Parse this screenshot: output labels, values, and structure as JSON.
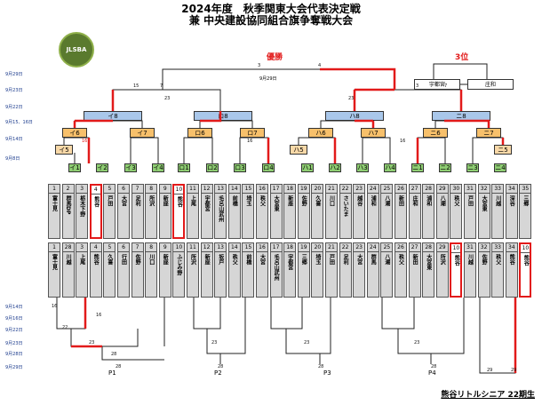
{
  "title": {
    "line1": "2024年度　秋季関東大会代表決定戦",
    "line2": "兼 中央建設協同組合旗争奪戦大会"
  },
  "logo": "JLSBA",
  "results": {
    "winner": "優勝",
    "third": "3位"
  },
  "dates_top": [
    "9月29日",
    "9月23日",
    "9月22日",
    "9月15、16日",
    "9月14日",
    "9月8日"
  ],
  "dates_bottom": [
    "9月14日",
    "9月16日",
    "9月22日",
    "9月23日",
    "9月28日",
    "9月29日"
  ],
  "third_place": [
    "宇都宮",
    "庄和"
  ],
  "top_game": {
    "date": "9月29日"
  },
  "l1": [
    "イ8",
    "ロ8",
    "ハ8",
    "ニ8"
  ],
  "l2": [
    "イ6",
    "イ7",
    "ロ6",
    "ロ7",
    "ハ6",
    "ハ7",
    "ニ6",
    "ニ7"
  ],
  "l3": [
    "イ5",
    "ハ5",
    "ニ5"
  ],
  "l4": [
    "イ1",
    "イ2",
    "イ3",
    "イ4",
    "ロ1",
    "ロ2",
    "ロ3",
    "ロ4",
    "ハ1",
    "ハ2",
    "ハ3",
    "ハ4",
    "ニ1",
    "ニ2",
    "ニ3",
    "ニ4"
  ],
  "teams_top": [
    {
      "n": "1",
      "name": "富士見"
    },
    {
      "n": "2",
      "name": "群馬DP"
    },
    {
      "n": "3",
      "name": "栃木下野"
    },
    {
      "n": "4",
      "name": "熊谷"
    },
    {
      "n": "5",
      "name": "戸田"
    },
    {
      "n": "6",
      "name": "大宮"
    },
    {
      "n": "7",
      "name": "足利"
    },
    {
      "n": "8",
      "name": "所沢"
    },
    {
      "n": "9",
      "name": "新座"
    },
    {
      "n": "10",
      "name": "熊谷"
    },
    {
      "n": "11",
      "name": "上尾"
    },
    {
      "n": "12",
      "name": "宇都宮"
    },
    {
      "n": "13",
      "name": "毛呂山武州"
    },
    {
      "n": "14",
      "name": "前橋"
    },
    {
      "n": "15",
      "name": "埼玉"
    },
    {
      "n": "16",
      "name": "秩父"
    },
    {
      "n": "17",
      "name": "大宮東"
    },
    {
      "n": "18",
      "name": "新座"
    },
    {
      "n": "19",
      "name": "佐野"
    },
    {
      "n": "20",
      "name": "久喜"
    },
    {
      "n": "21",
      "name": "川口"
    },
    {
      "n": "22",
      "name": "さいたま"
    },
    {
      "n": "23",
      "name": "越谷"
    },
    {
      "n": "24",
      "name": "浦和"
    },
    {
      "n": "25",
      "name": "八潮"
    },
    {
      "n": "26",
      "name": "新田"
    },
    {
      "n": "27",
      "name": "庄和"
    },
    {
      "n": "28",
      "name": "浦和"
    },
    {
      "n": "29",
      "name": "八潮"
    },
    {
      "n": "30",
      "name": "秩父"
    },
    {
      "n": "31",
      "name": "戸田"
    },
    {
      "n": "32",
      "name": "大宮東"
    },
    {
      "n": "33",
      "name": "川越"
    },
    {
      "n": "34",
      "name": "深谷"
    },
    {
      "n": "35",
      "name": "三郷"
    }
  ],
  "teams_bottom": [
    {
      "n": "1",
      "name": "富士見"
    },
    {
      "n": "28",
      "name": "川越"
    },
    {
      "n": "3",
      "name": "上尾"
    },
    {
      "n": "4",
      "name": "熊谷"
    },
    {
      "n": "5",
      "name": "久喜"
    },
    {
      "n": "6",
      "name": "行田"
    },
    {
      "n": "7",
      "name": "佐野"
    },
    {
      "n": "8",
      "name": "川口"
    },
    {
      "n": "9",
      "name": "新座"
    },
    {
      "n": "10",
      "name": "ふじみ野"
    },
    {
      "n": "11",
      "name": "所沢"
    },
    {
      "n": "12",
      "name": "新座"
    },
    {
      "n": "13",
      "name": "坂戸"
    },
    {
      "n": "14",
      "name": "秩父"
    },
    {
      "n": "15",
      "name": "前橋"
    },
    {
      "n": "16",
      "name": "大宮"
    },
    {
      "n": "17",
      "name": "毛呂山武州"
    },
    {
      "n": "18",
      "name": "宇都宮"
    },
    {
      "n": "19",
      "name": "三郷"
    },
    {
      "n": "20",
      "name": "埼玉"
    },
    {
      "n": "21",
      "name": "戸田"
    },
    {
      "n": "22",
      "name": "足利"
    },
    {
      "n": "23",
      "name": "大宮"
    },
    {
      "n": "24",
      "name": "群馬"
    },
    {
      "n": "25",
      "name": "八潮"
    },
    {
      "n": "26",
      "name": "秩父"
    },
    {
      "n": "27",
      "name": "新田"
    },
    {
      "n": "28",
      "name": "大宮東"
    },
    {
      "n": "29",
      "name": "所沢"
    },
    {
      "n": "10",
      "name": "熊谷"
    },
    {
      "n": "31",
      "name": "川越"
    },
    {
      "n": "32",
      "name": "佐野"
    },
    {
      "n": "33",
      "name": "秩父"
    },
    {
      "n": "34",
      "name": "熊谷"
    },
    {
      "n": "10",
      "name": "熊谷"
    }
  ],
  "pools": [
    "P1",
    "P2",
    "P3",
    "P4"
  ],
  "footer": "熊谷リトルシニア 22期生"
}
